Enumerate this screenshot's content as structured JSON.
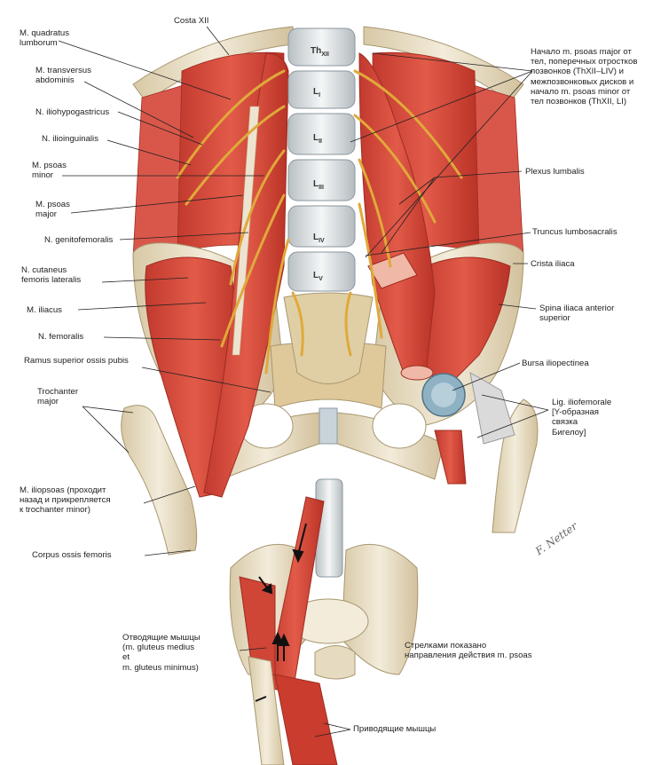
{
  "colors": {
    "muscle": "#d8483a",
    "muscle_dark": "#a52b22",
    "muscle_light": "#ee7a68",
    "bone": "#ece3cd",
    "bone_shadow": "#c9b690",
    "nerve": "#e6b040",
    "cartilage": "#d5dde2",
    "bursa": "#8fb1c4",
    "tendon": "#e6e6e6"
  },
  "labels": {
    "costa_xii": "Costa XII",
    "quadratus": "M. quadratus\nlumborum",
    "transversus": "M. transversus\nabdominis",
    "iliohypogastricus": "N. iliohypogastricus",
    "ilioinguinalis": "N. ilioinguinalis",
    "psoas_minor": "M. psoas\nminor",
    "psoas_major": "M. psoas\nmajor",
    "genitofemoralis": "N. genitofemoralis",
    "cutaneus": "N. cutaneus\nfemoris lateralis",
    "iliacus": "M. iliacus",
    "femoralis": "N. femoralis",
    "ramus": "Ramus superior ossis pubis",
    "trochanter_major": "Trochanter\nmajor",
    "iliopsoas": "M. iliopsoas (проходит\nназад и прикрепляется\nк trochanter minor)",
    "corpus": "Corpus ossis femoris",
    "otvod": "Отводящие мышцы\n(m. gluteus medius\net\nm. gluteus minimus)",
    "nachalo": "Начало m. psoas major от\nтел, поперечных отростков\nпозвонков (ThXII–LIV) и\nмежпозвонковых дисков и\nначало m. psoas minor от\nтел позвонков (ThXII, LI)",
    "plexus": "Plexus lumbalis",
    "truncus": "Truncus lumbosacralis",
    "crista": "Crista iliaca",
    "spina": "Spina iliaca anterior\nsuperior",
    "bursa": "Bursa iliopectinea",
    "lig": "Lig. iliofemorale\n[Y-образная\nсвязка\nБигелоу]",
    "arrows_note": "Стрелками показано\nнаправления действия m. psoas",
    "privod": "Приводящие мышцы"
  },
  "vertebrae": [
    {
      "main": "Th",
      "sub": "XII"
    },
    {
      "main": "L",
      "sub": "I"
    },
    {
      "main": "L",
      "sub": "II"
    },
    {
      "main": "L",
      "sub": "III"
    },
    {
      "main": "L",
      "sub": "IV"
    },
    {
      "main": "L",
      "sub": "V"
    }
  ],
  "signature": "F. Netter"
}
